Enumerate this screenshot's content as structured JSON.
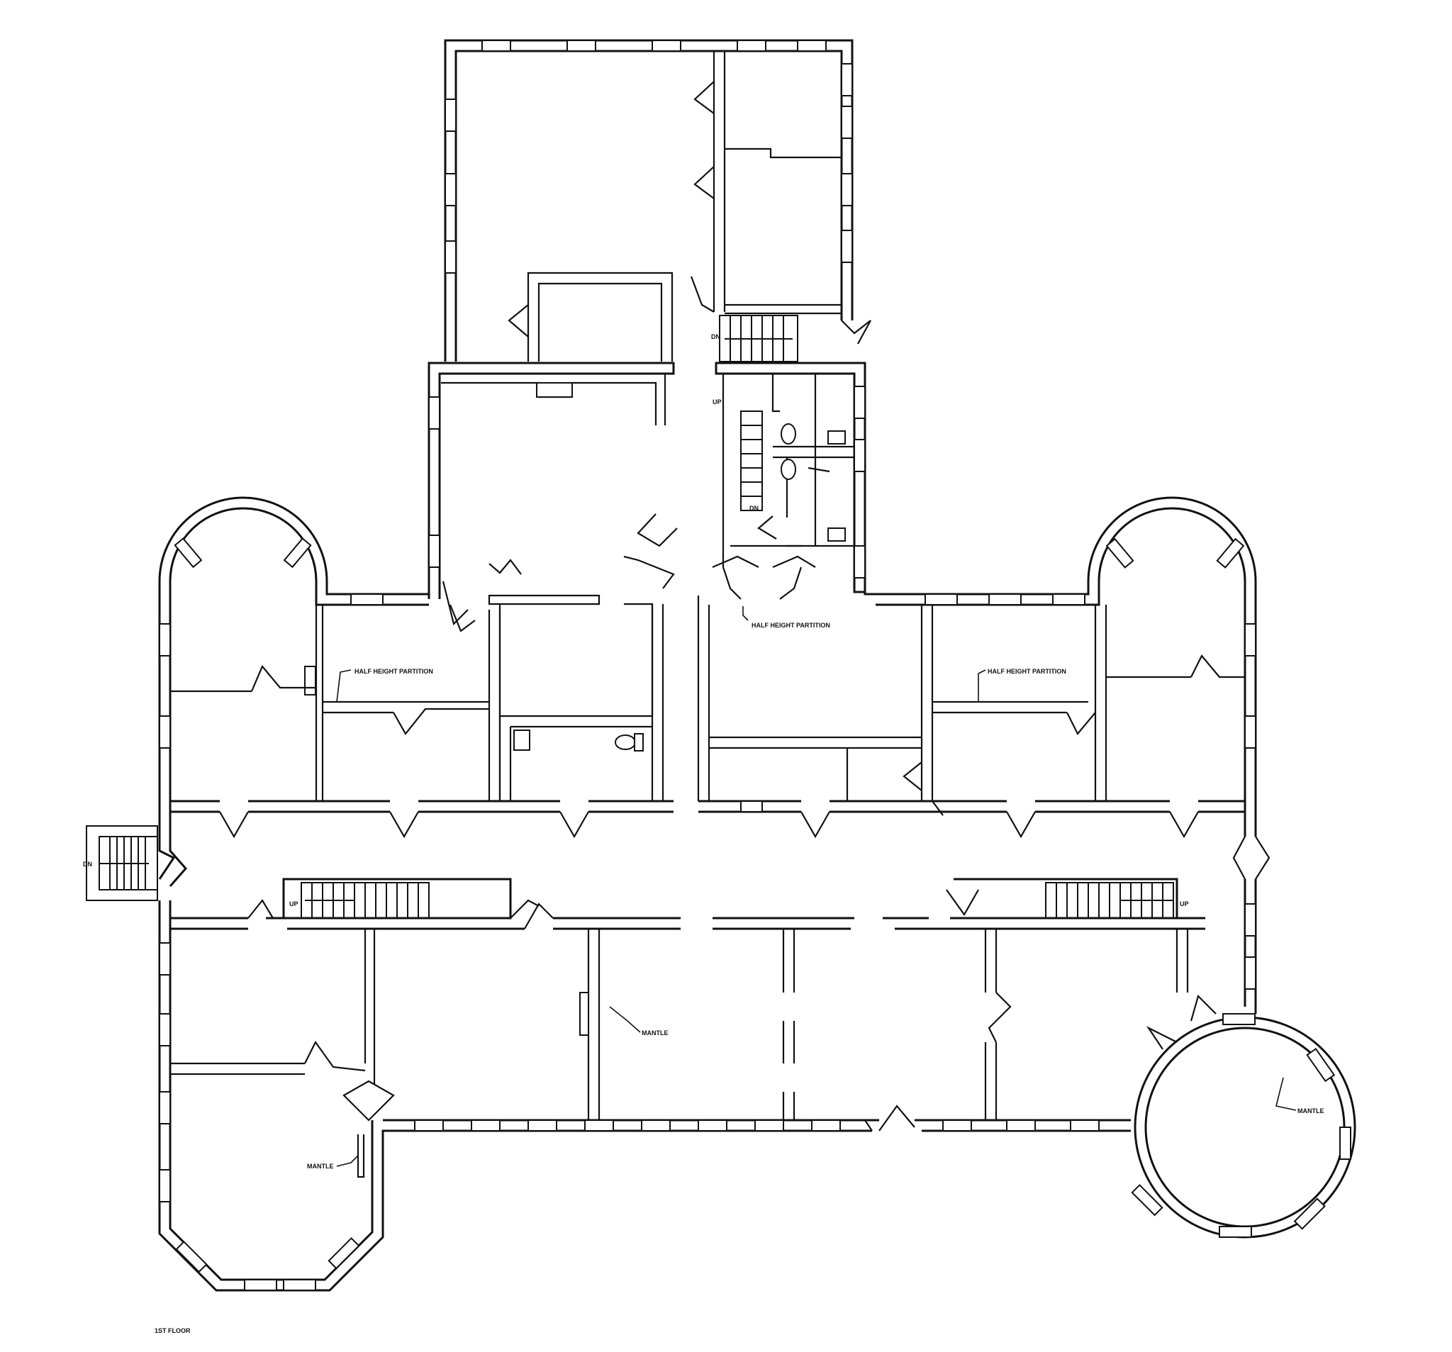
{
  "plan": {
    "floor_label": "1ST FLOOR",
    "labels": {
      "half_height_partition": "HALF HEIGHT PARTITION",
      "mantle": "MANTLE",
      "up": "UP",
      "dn": "DN"
    },
    "colors": {
      "line": "#111111",
      "background": "#ffffff"
    }
  }
}
